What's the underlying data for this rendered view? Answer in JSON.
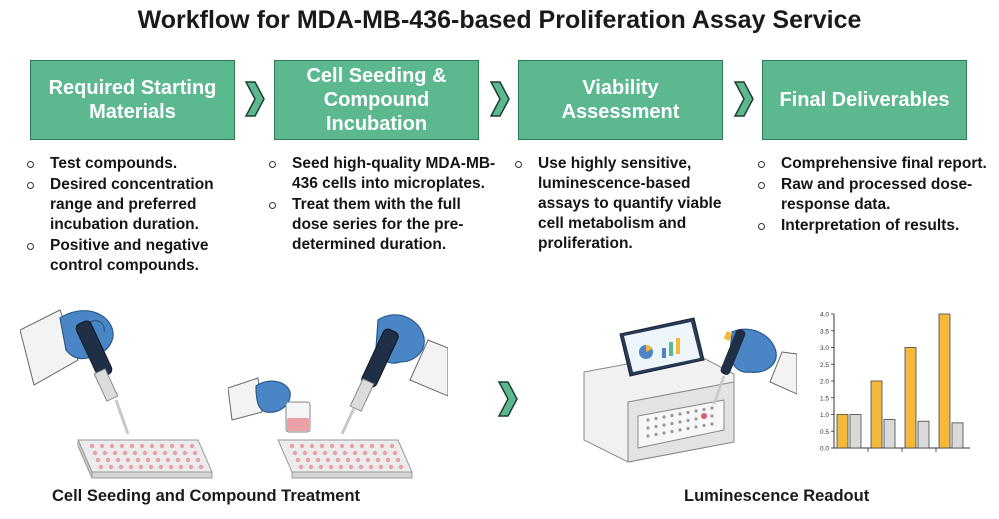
{
  "title": "Workflow for MDA-MB-436-based Proliferation Assay Service",
  "steps": [
    {
      "label": "Required Starting Materials",
      "bullets": [
        "Test compounds.",
        "Desired concentration range and preferred incubation duration.",
        "Positive and negative control compounds."
      ]
    },
    {
      "label": "Cell Seeding & Compound Incubation",
      "bullets": [
        "Seed high-quality MDA-MB-436 cells into microplates.",
        "Treat them with the full dose series for the pre-determined duration."
      ]
    },
    {
      "label": "Viability Assessment",
      "bullets": [
        "Use highly sensitive, luminescence-based assays to quantify viable cell metabolism and proliferation."
      ]
    },
    {
      "label": "Final Deliverables",
      "bullets": [
        "Comprehensive final report.",
        "Raw and processed dose-response data.",
        "Interpretation of results."
      ]
    }
  ],
  "captions": {
    "left": "Cell Seeding and Compound Treatment",
    "right": "Luminescence Readout"
  },
  "colors": {
    "box_fill": "#5cb88f",
    "box_border": "#2e7a52",
    "bar_gold": "#f4b93a",
    "bar_gray": "#d9d9d9",
    "glove": "#4a86c5",
    "well": "#e9a0a6"
  },
  "chart_data": {
    "type": "bar",
    "categories": [
      "",
      "",
      "",
      ""
    ],
    "series": [
      {
        "values": [
          1.0,
          2.0,
          3.0,
          4.0
        ]
      },
      {
        "values": [
          1.0,
          0.85,
          0.8,
          0.75
        ]
      }
    ],
    "ylim": [
      0,
      4.0
    ],
    "yticks": [
      "0.0",
      "0.5",
      "1.0",
      "1.5",
      "2.0",
      "2.5",
      "3.0",
      "3.5",
      "4.0"
    ],
    "grid": false
  }
}
